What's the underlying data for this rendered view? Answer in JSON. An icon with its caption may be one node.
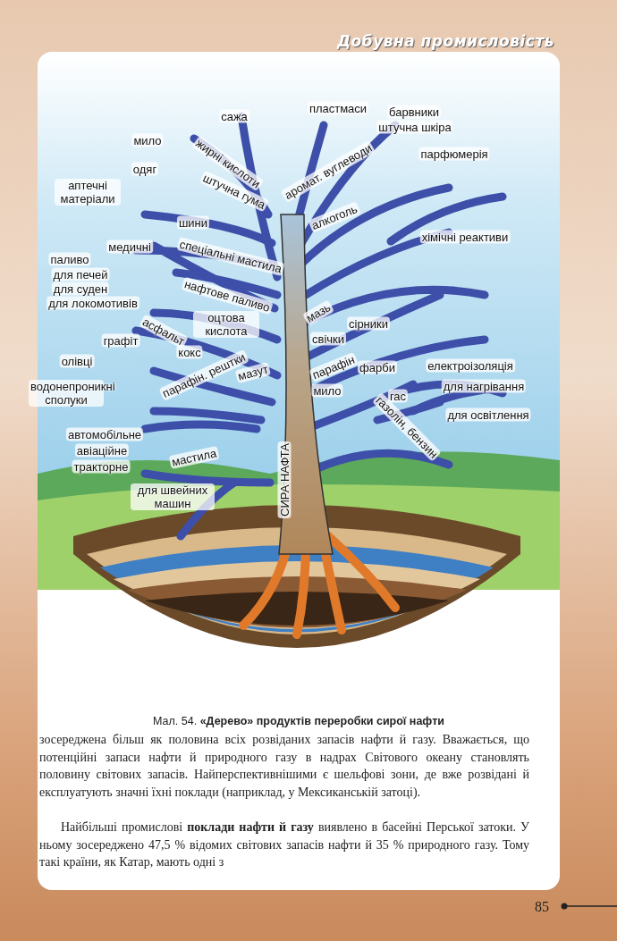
{
  "diagram": {
    "title": "Добувна промисловість",
    "caption": "Мал. 54. **«Дерево» продуктів переробки сирої нафти**",
    "labels": [
      "сажа",
      "пластмаси",
      "барвники",
      "штучна шкіра",
      "мило",
      "жирні кислоти",
      "аромат. вуглеводи",
      "парфюмерія",
      "одяг",
      "аптечні матеріали",
      "штучна гума",
      "алкоголь",
      "шини",
      "хімічні реактиви",
      "медичні",
      "спеціальні мастила",
      "паливо",
      "для печей",
      "для суден",
      "для локомотивів",
      "нафтове паливо",
      "мазь",
      "асфальт",
      "оцтова кислота",
      "сірники",
      "графіт",
      "свічки",
      "кокс",
      "олівці",
      "парафін",
      "фарби",
      "електроізоляція",
      "водонепроникні сполуки",
      "парафін. рештки",
      "мазут",
      "мило",
      "гас",
      "для нагрівання",
      "газолін, бензин",
      "для освітлення",
      "автомобільне",
      "авіаційне",
      "тракторне",
      "мастила",
      "СИРА НАФТА",
      "для швейних машин",
      "зосереджена більш як половина всіх розвіданих запасів нафти й газу. Вважається, що потенційні запаси нафти й природного газу в надрах Світового океану становлять половину світових запасів. Найперспективнішими є шельфові зони, де вже розвідані й експлуатують значні їхні поклади (наприклад, у Мексиканській затоці).",
      "Найбільші промислові **поклади нафти й газу** виявлено в басейні Перської затоки. У ньому зосереджено 47,5 % відомих світових запасів нафти й 35 % природного газу. Тому такі країни, як Катар, мають одні з",
      "85"
    ]
  }
}
